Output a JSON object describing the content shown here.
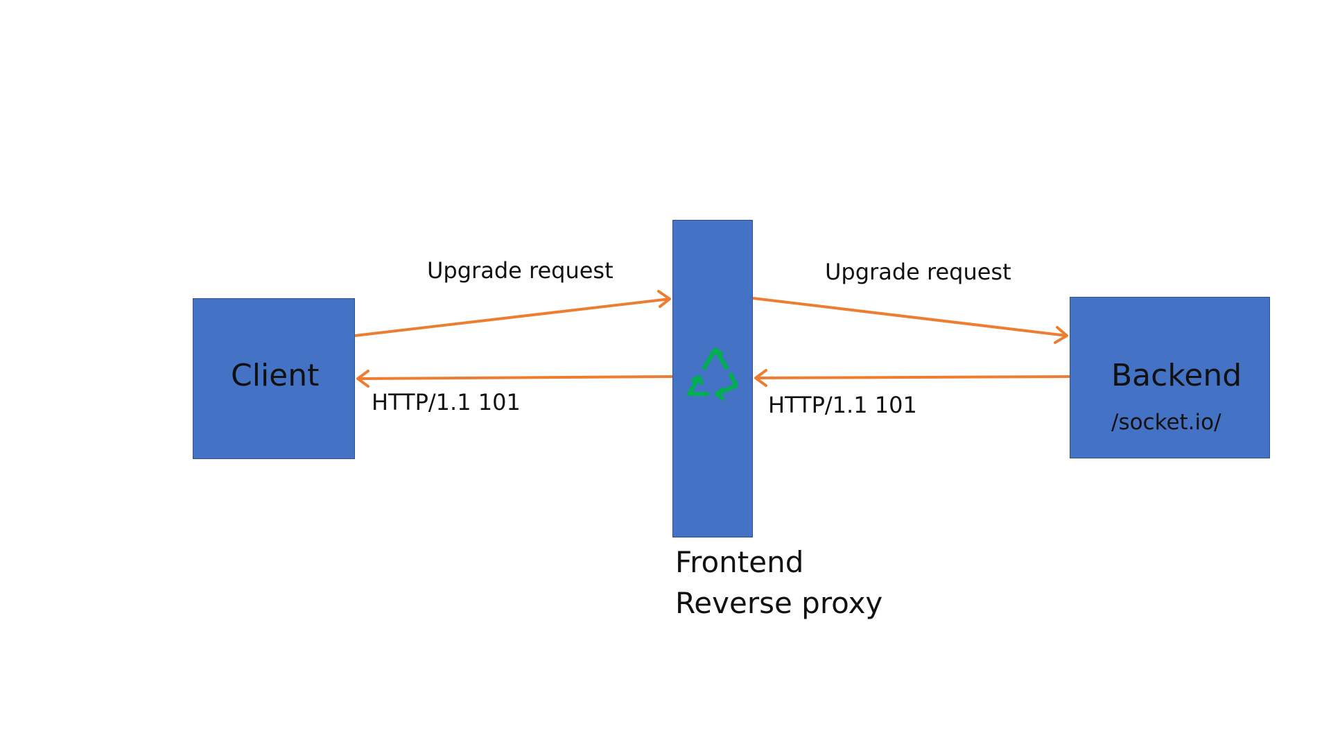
{
  "nodes": {
    "client": {
      "label": "Client"
    },
    "proxy": {
      "caption_line1": "Frontend",
      "caption_line2": "Reverse proxy",
      "icon": "recycle-icon"
    },
    "backend": {
      "label": "Backend",
      "sublabel": "/socket.io/"
    }
  },
  "edges": {
    "client_to_proxy": {
      "label": "Upgrade request"
    },
    "proxy_to_backend": {
      "label": "Upgrade request"
    },
    "backend_to_proxy": {
      "label": "HTTP/1.1 101"
    },
    "proxy_to_client": {
      "label": "HTTP/1.1 101"
    }
  },
  "colors": {
    "box_fill": "#4472C4",
    "box_border": "#2F528F",
    "arrow": "#ED7D31",
    "icon": "#00B050"
  }
}
